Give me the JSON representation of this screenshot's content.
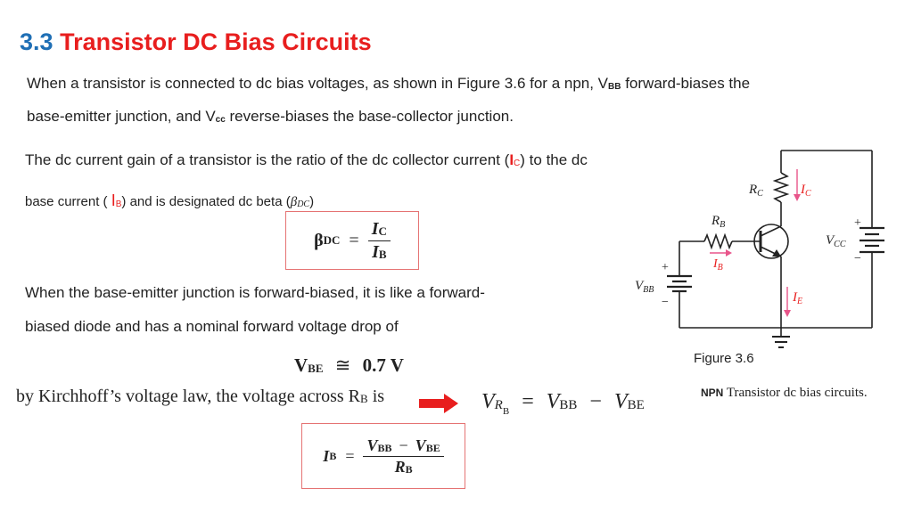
{
  "title": {
    "number": "3.3",
    "text": "Transistor DC Bias Circuits"
  },
  "intro": {
    "line1_a": "When a transistor is connected to dc bias voltages, as shown in Figure 3.6 for a npn, V",
    "line1_sub": "BB",
    "line1_b": " forward-biases the",
    "line2_a": "base-emitter junction, and V",
    "line2_sub": "cc",
    "line2_b": " reverse-biases the base-collector junction."
  },
  "gain": {
    "line1_a": "The dc current gain of a transistor is the ratio of the dc collector current (",
    "ic_main": "I",
    "ic_sub": "C",
    "line1_b": ") to the dc",
    "line2_a": "base current ( ",
    "ib_main": "I",
    "ib_sub": "B",
    "line2_b": ") and is designated dc beta  (",
    "beta": "β",
    "beta_sub": "DC",
    "line2_c": ")"
  },
  "beta_eq": {
    "lhs": "β",
    "lhs_sub": "DC",
    "eq": "=",
    "num": "I",
    "num_sub": "C",
    "den": "I",
    "den_sub": "B"
  },
  "forward": {
    "line1": "When  the  base-emitter  junction  is  forward-biased,  it  is  like  a  forward-",
    "line2": "biased diode and has a nominal forward voltage drop of"
  },
  "vbe_eq": {
    "lhs": "V",
    "lhs_sub": "BE",
    "approx": "≅",
    "value": "0.7 V"
  },
  "kirchhoff": {
    "text": "by Kirchhoff’s voltage law, the voltage across R",
    "sub": "B",
    "tail": " is"
  },
  "vrb_eq": {
    "lhs": "V",
    "lhs_sub": "R",
    "lhs_subsub": "B",
    "eq": "=",
    "t1": "V",
    "t1_sub": "BB",
    "minus": "−",
    "t2": "V",
    "t2_sub": "BE"
  },
  "ib_eq": {
    "lhs": "I",
    "lhs_sub": "B",
    "eq": "=",
    "num1": "V",
    "num1_sub": "BB",
    "minus": "−",
    "num2": "V",
    "num2_sub": "BE",
    "den": "R",
    "den_sub": "B"
  },
  "figure": {
    "caption_label": "Figure 3.6",
    "caption_prefix": "NPN",
    "caption_text": " Transistor dc bias circuits.",
    "labels": {
      "rc": "R",
      "rc_sub": "C",
      "ic": "I",
      "ic_sub": "C",
      "rb": "R",
      "rb_sub": "B",
      "ib": "I",
      "ib_sub": "B",
      "vcc": "V",
      "vcc_sub": "CC",
      "vbb": "V",
      "vbb_sub": "BB",
      "ie": "I",
      "ie_sub": "E",
      "plus": "+",
      "minus": "−"
    },
    "colors": {
      "current_label": "#e81e1e",
      "current_arrow": "#e8558a",
      "wire": "#222222"
    }
  },
  "colors": {
    "title_number": "#1f6fb5",
    "title_text": "#e81e1e",
    "box_border": "#e57373",
    "arrow": "#e81e1e"
  }
}
